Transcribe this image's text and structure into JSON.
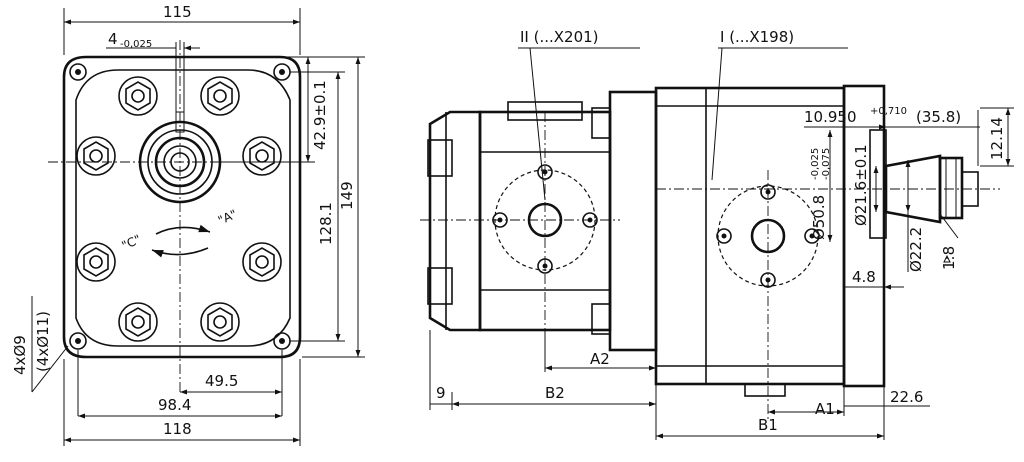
{
  "front_view": {
    "dim_width_top": "115",
    "dim_key": "4",
    "dim_key_tol": "-0,025",
    "dim_shaft_offset": "42.9±0.1",
    "dim_bolt_height": "128.1",
    "dim_height": "149",
    "dim_half_bolt": "49.5",
    "dim_bolt_spacing": "98.4",
    "dim_width_bottom": "118",
    "hole_spec": "4xØ9",
    "hole_spec_alt": "(4xØ11)",
    "rotation_c": "\"C\"",
    "rotation_a": "\"A\""
  },
  "side_view": {
    "section_ii": "II (...X201)",
    "section_i": "I (...X198)",
    "dim_shaft_len": "10.950",
    "dim_shaft_len_tol": "+0,710",
    "dim_shaft_len_ref": "(35.8)",
    "dim_thread": "12.14",
    "dim_pilot": "Ø50.8",
    "dim_pilot_tol_upper": "-0,025",
    "dim_pilot_tol_lower": "-0,075",
    "dim_shaft_dia": "Ø21.6±0.1",
    "dim_shaft_major": "Ø22.2",
    "dim_taper": "1:8",
    "dim_flange": "4.8",
    "dim_a2": "A2",
    "dim_b2": "B2",
    "dim_nine": "9",
    "dim_a1": "A1",
    "dim_shaft_proj": "22.6",
    "dim_b1": "B1"
  }
}
